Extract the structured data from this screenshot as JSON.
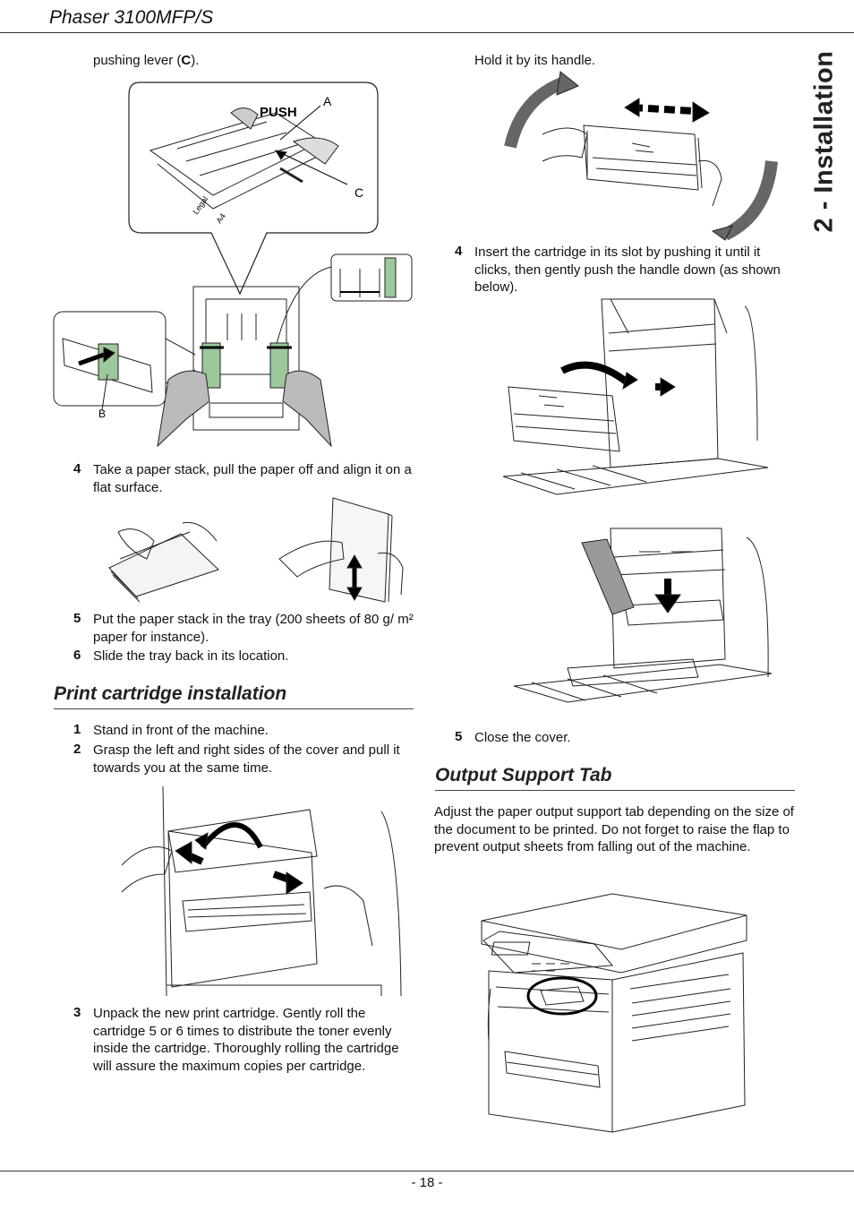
{
  "header": {
    "title": "Phaser 3100MFP/S"
  },
  "side_tab": "2 - Installation",
  "footer": {
    "page": "- 18 -"
  },
  "left": {
    "intro_line_pre": "pushing lever (",
    "intro_line_bold": "C",
    "intro_line_post": ").",
    "fig1_labels": {
      "push": "PUSH",
      "a": "A",
      "c": "C",
      "b": "B",
      "legal": "Legal",
      "a4": "A4"
    },
    "step4_num": "4",
    "step4_text": "Take a paper stack, pull the paper off and align it on a flat surface.",
    "step5_num": "5",
    "step5_text": "Put the paper stack in the tray (200 sheets of 80 g/ m² paper for instance).",
    "step6_num": "6",
    "step6_text": "Slide the tray back in its location.",
    "section_title": "Print cartridge installation",
    "pc1_num": "1",
    "pc1_text": "Stand in front of the machine.",
    "pc2_num": "2",
    "pc2_text": "Grasp the left and right sides of the cover and pull it towards you at the same time.",
    "pc3_num": "3",
    "pc3_text": "Unpack the new print cartridge. Gently roll the cartridge 5 or 6 times to distribute the toner evenly inside the cartridge. Thoroughly rolling the cartridge will assure the maximum copies per cartridge."
  },
  "right": {
    "hold_text": "Hold it by its handle.",
    "s4_num": "4",
    "s4_text": "Insert the cartridge in its slot by pushing it until it clicks, then gently push the handle down (as shown below).",
    "s5_num": "5",
    "s5_text": "Close the cover.",
    "section_title": "Output Support Tab",
    "body_text": "Adjust the paper output support tab depending on the size of the document to be printed. Do not forget to raise the flap to prevent output sheets from falling out of the machine."
  }
}
